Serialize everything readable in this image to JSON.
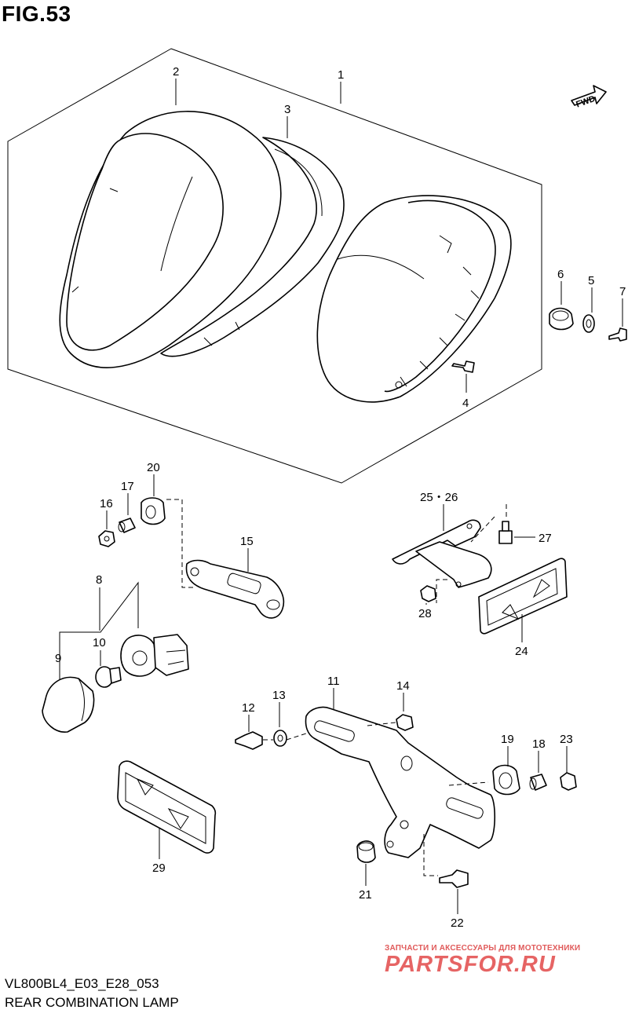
{
  "figure": {
    "title": "FIG.53",
    "direction_label": "FWD"
  },
  "callouts": {
    "c1": "1",
    "c2": "2",
    "c3": "3",
    "c4": "4",
    "c5": "5",
    "c6": "6",
    "c7": "7",
    "c8": "8",
    "c9": "9",
    "c10": "10",
    "c11": "11",
    "c12": "12",
    "c13": "13",
    "c14": "14",
    "c15": "15",
    "c16": "16",
    "c17": "17",
    "c18": "18",
    "c19": "19",
    "c20": "20",
    "c21": "21",
    "c22": "22",
    "c23": "23",
    "c24": "24",
    "c25_26": "25・26",
    "c27": "27",
    "c28": "28",
    "c29": "29"
  },
  "footer": {
    "code": "VL800BL4_E03_E28_053",
    "name": "REAR COMBINATION LAMP"
  },
  "watermark": {
    "tagline": "ЗАПЧАСТИ И АКСЕССУАРЫ ДЛЯ МОТОТЕХНИКИ",
    "logo": "PARTSFOR.RU"
  }
}
